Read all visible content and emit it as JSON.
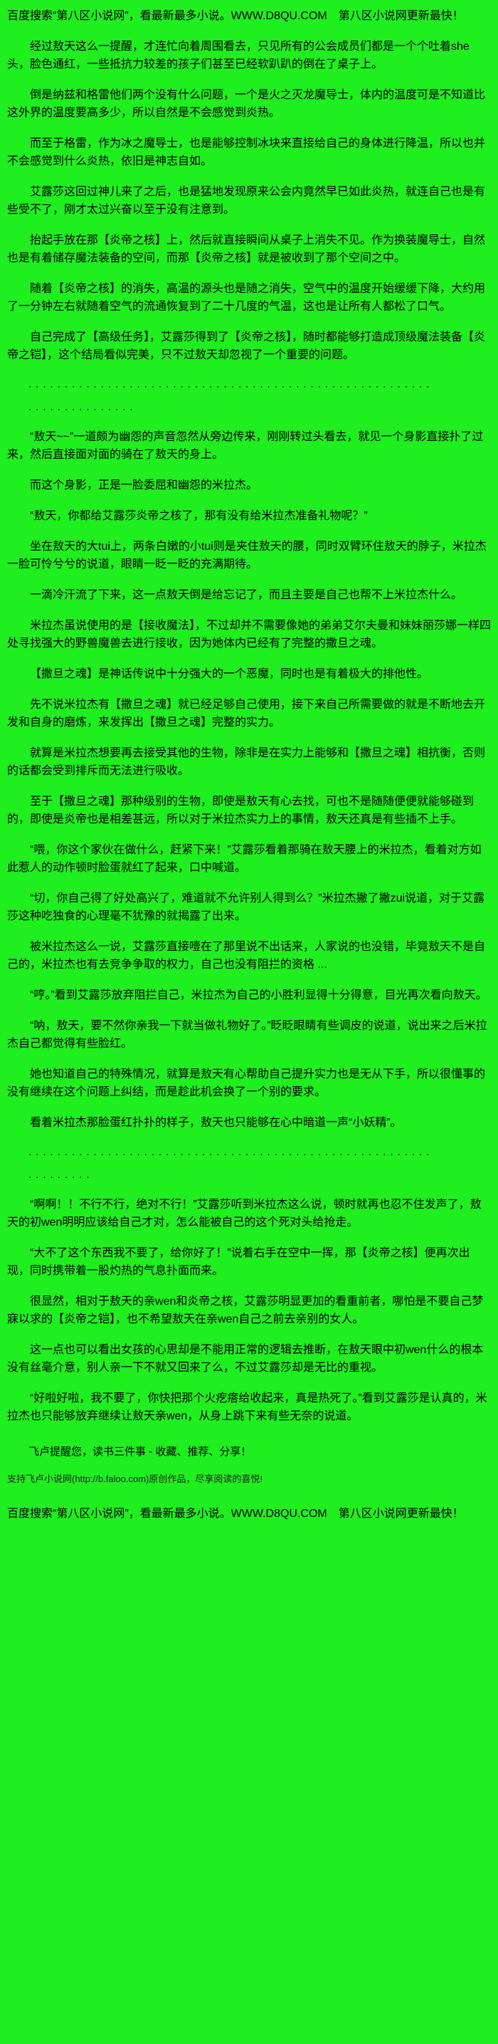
{
  "page": {
    "header_promo": "百度搜索“第八区小说网”，看最新最多小说。WWW.D8QU.COM　第八区小说网更新最快！",
    "footer_promo": "百度搜索“第八区小说网”，看最新最多小说。WWW.D8QU.COM　第八区小说网更新最快！",
    "reminder": "飞卢提醒您，读书三件事 - 收藏、推荐、分享！",
    "support": "支持飞卢小说网(http://b.faloo.com)原创作品，尽享阅读的喜悦!"
  },
  "separators": [
    {
      "line1": "........................................................",
      "line2": "..............."
    },
    {
      "line1": "........................................................",
      "line2": "........."
    }
  ],
  "story": {
    "paragraphs": [
      "经过敖天这么一提醒，才连忙向着周围看去，只见所有的公会成员们都是一个个吐着she头，脸色通红，一些抵抗力较差的孩子们甚至已经软趴趴的倒在了桌子上。",
      "倒是纳兹和格雷他们两个没有什么问题，一个是火之灭龙魔导士，体内的温度可是不知道比这外界的温度要高多少，所以自然是不会感觉到炎热。",
      "而至于格雷，作为冰之魔导士，也是能够控制冰块来直接给自己的身体进行降温，所以也并不会感觉到什么炎热，依旧是神志自如。",
      "艾露莎这回过神儿来了之后，也是猛地发现原来公会内竟然早已如此炎热，就连自己也是有些受不了，刚才太过兴奋以至于没有注意到。",
      "抬起手放在那【炎帝之核】上，然后就直接瞬间从桌子上消失不见。作为换装魔导士，自然也是有着储存魔法装备的空间，而那【炎帝之核】就是被收到了那个空间之中。",
      "随着【炎帝之核】的消失，高温的源头也是随之消失，空气中的温度开始缓缓下降，大约用了一分钟左右就随着空气的流通恢复到了二十几度的气温，这也是让所有人都松了口气。",
      "自己完成了【高级任务】，艾露莎得到了【炎帝之核】，随时都能够打造成顶级魔法装备【炎帝之铠】，这个结局看似完美，只不过敖天却忽视了一个重要的问题。",
      "“敖天~~”一道颇为幽怨的声音忽然从旁边传来，刚刚转过头看去，就见一个身影直接扑了过来，然后直接面对面的骑在了敖天的身上。",
      "而这个身影，正是一脸委屈和幽怨的米拉杰。",
      "“敖天，你都给艾露莎炎帝之核了，那有没有给米拉杰准备礼物呢？”",
      "坐在敖天的大tui上，两条白嫩的小tui则是夹住敖天的腰，同时双臂环住敖天的脖子，米拉杰一脸可怜兮兮的说道，眼睛一眨一眨的充满期待。",
      "一滴冷汗流了下来，这一点敖天倒是给忘记了，而且主要是自己也帮不上米拉杰什么。",
      "米拉杰虽说使用的是【接收魔法】，不过却并不需要像她的弟弟艾尔夫曼和妹妹丽莎娜一样四处寻找强大的野兽魔兽去进行接收，因为她体内已经有了完整的撒旦之魂。",
      "【撒旦之魂】是神话传说中十分强大的一个恶魔，同时也是有着极大的排他性。",
      "先不说米拉杰有【撒旦之魂】就已经足够自己使用，接下来自己所需要做的就是不断地去开发和自身的磨炼，来发挥出【撒旦之魂】完整的实力。",
      "就算是米拉杰想要再去接受其他的生物，除非是在实力上能够和【撒旦之魂】相抗衡，否则的话都会受到排斥而无法进行吸收。",
      "至于【撒旦之魂】那种级别的生物，即使是敖天有心去找，可也不是随随便便就能够碰到的，即使是炎帝也是相差甚远，所以对于米拉杰实力上的事情，敖天还真是有些插不上手。",
      "“喂，你这个家伙在做什么，赶紧下来！”艾露莎看着那骑在敖天腰上的米拉杰，看着对方如此惹人的动作顿时脸蛋就红了起来，口中喊道。",
      "“切，你自己得了好处高兴了，难道就不允许别人得到么？”米拉杰撇了撇zui说道，对于艾露莎这种吃独食的心理毫不犹豫的就揭露了出来。",
      "被米拉杰这么一说，艾露莎直接噎在了那里说不出话来，人家说的也没错，毕竟敖天不是自己的，米拉杰也有去竞争争取的权力，自己也没有阻拦的资格 ...",
      "“哼。”看到艾露莎放弃阻拦自己，米拉杰为自己的小胜利显得十分得意，目光再次看向敖天。",
      "“呐，敖天，要不然你亲我一下就当做礼物好了。”眨眨眼睛有些调皮的说道，说出来之后米拉杰自己都觉得有些脸红。",
      "她也知道自己的特殊情况，就算是敖天有心帮助自己提升实力也是无从下手，所以很懂事的没有继续在这个问题上纠结，而是趁此机会换了一个别的要求。",
      "看着米拉杰那脸蛋红扑扑的样子，敖天也只能够在心中暗道一声“小妖精”。",
      "“啊啊！！不行不行，绝对不行！”艾露莎听到米拉杰这么说，顿时就再也忍不住发声了，敖天的初wen明明应该给自己才对，怎么能被自己的这个死对头给抢走。",
      "“大不了这个东西我不要了，给你好了！”说着右手在空中一挥，那【炎帝之核】便再次出现，同时携带着一股灼热的气息扑面而来。",
      "很显然，相对于敖天的亲wen和炎帝之核，艾露莎明显更加的看重前者，哪怕是不要自己梦寐以求的【炎帝之铠】，也不希望敖天在亲wen自己之前去亲别的女人。",
      "这一点也可以看出女孩的心思却是不能用正常的逻辑去推断，在敖天眼中初wen什么的根本没有丝毫介意，别人亲一下不就又回来了么，不过艾露莎却是无比的重视。",
      "“好啦好啦，我不要了，你快把那个火疙瘩给收起来，真是热死了。”看到艾露莎是认真的，米拉杰也只能够放弃继续让敖天亲wen，从身上跳下来有些无奈的说道。"
    ]
  }
}
